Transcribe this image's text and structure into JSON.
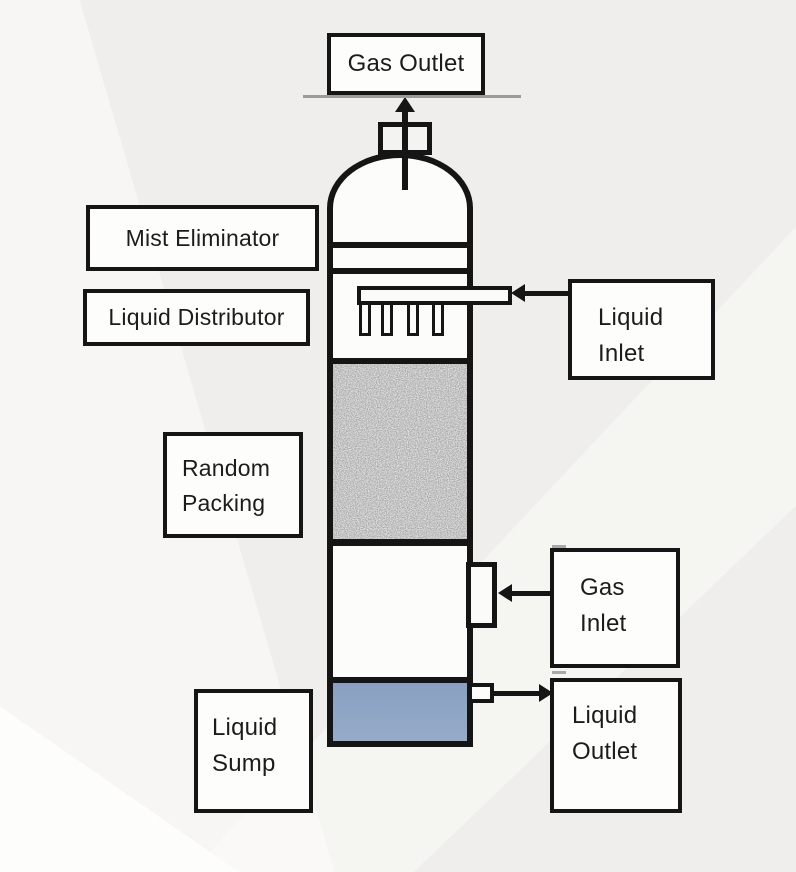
{
  "diagram": {
    "subject": "packed bed scrubber column",
    "labels": {
      "gas_outlet": "Gas Outlet",
      "mist_eliminator": "Mist Eliminator",
      "liquid_distributor": "Liquid Distributor",
      "liquid_inlet": "Liquid Inlet",
      "random_packing": "Random Packing",
      "gas_inlet": "Gas Inlet",
      "liquid_sump": "Liquid Sump",
      "liquid_outlet": "Liquid Outlet"
    },
    "arrows": [
      {
        "name": "gas-outlet-arrow",
        "direction": "up"
      },
      {
        "name": "liquid-inlet-arrow",
        "direction": "left"
      },
      {
        "name": "gas-inlet-arrow",
        "direction": "left"
      },
      {
        "name": "liquid-outlet-arrow",
        "direction": "right"
      }
    ],
    "colors": {
      "background": "#efeeec",
      "outline": "#151515",
      "box_fill": "#fdfdfc",
      "sump_liquid": "#8ea5c5",
      "underline_gray": "#9b9b99"
    }
  }
}
